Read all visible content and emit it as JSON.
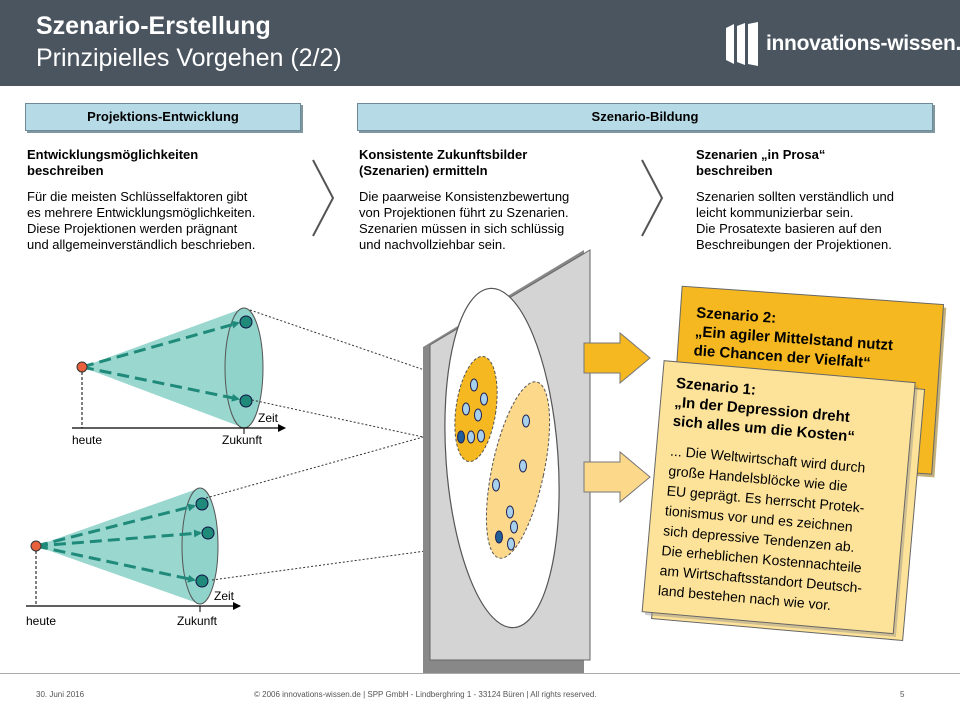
{
  "header": {
    "title": "Szenario-Erstellung",
    "subtitle": "Prinzipielles Vorgehen (2/2)",
    "logo_text": "innovations-wissen.de"
  },
  "phases": [
    {
      "label": "Projektions-Entwicklung"
    },
    {
      "label": "Szenario-Bildung"
    }
  ],
  "steps": [
    {
      "heading_lines": [
        "Entwicklungsmöglichkeiten",
        "beschreiben"
      ],
      "body_lines": [
        "Für die meisten Schlüsselfaktoren gibt",
        "es mehrere Entwicklungsmöglichkeiten.",
        "Diese Projektionen werden prägnant",
        "und allgemeinverständlich beschrieben."
      ]
    },
    {
      "heading_lines": [
        "Konsistente Zukunftsbilder",
        "(Szenarien) ermitteln"
      ],
      "body_lines": [
        "Die paarweise Konsistenzbewertung",
        "von Projektionen führt zu Szenarien.",
        "Szenarien müssen in sich schlüssig",
        "und nachvollziehbar sein."
      ]
    },
    {
      "heading_lines": [
        "Szenarien „in Prosa“",
        "beschreiben"
      ],
      "body_lines": [
        "Szenarien sollten verständlich und",
        "leicht kommunizierbar sein.",
        "Die Prosatexte basieren auf den",
        "Beschreibungen der Projektionen."
      ]
    }
  ],
  "cones": [
    {
      "xlabel_left": "heute",
      "xlabel_right": "Zukunft",
      "axis_label": "Zeit"
    },
    {
      "xlabel_left": "heute",
      "xlabel_right": "Zukunft",
      "axis_label": "Zeit"
    }
  ],
  "cards": {
    "scenario2": {
      "title_lines": [
        "Szenario 2:",
        "„Ein agiler Mittelstand nutzt",
        "die Chancen der Vielfalt“"
      ]
    },
    "scenario1": {
      "title_lines": [
        "Szenario 1:",
        "„In der Depression dreht",
        "sich alles um die Kosten“"
      ],
      "body_lines": [
        "... Die Weltwirtschaft wird durch",
        "große Handelsblöcke wie die",
        "EU geprägt. Es herrscht Protek-",
        "tionismus vor und es zeichnen",
        "sich depressive Tendenzen ab.",
        "Die erheblichen Kostennachteile",
        "am Wirtschaftsstandort Deutsch-",
        "land bestehen nach wie vor."
      ]
    }
  },
  "colors": {
    "header_bg": "#4a5560",
    "phase_box": "#b7dbe6",
    "cone": "#8fd3ca",
    "dot": "#1f8a7a",
    "orange": "#f5b820",
    "light_orange": "#fbd88a",
    "card_light": "#fde39a",
    "origin_dot": "#e8603c"
  },
  "footer": {
    "date": "30. Juni 2016",
    "copyright": "© 2006 innovations-wissen.de | SPP GmbH - Lindberghring 1 - 33124 Büren | All rights reserved.",
    "page": "5"
  }
}
